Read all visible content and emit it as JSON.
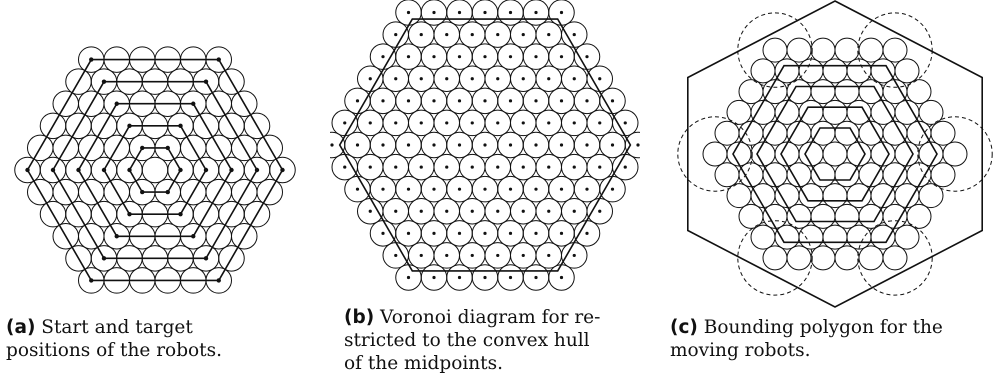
{
  "panels": [
    {
      "id": "a",
      "label": "(a)",
      "caption_lines": [
        "Start and target",
        "positions of the robots."
      ]
    },
    {
      "id": "b",
      "label": "(b)",
      "caption_lines": [
        "Voronoi diagram for re-",
        "stricted to the convex hull",
        "of the midpoints."
      ]
    },
    {
      "id": "c",
      "label": "(c)",
      "caption_lines": [
        "Bounding polygon for the",
        "moving robots."
      ]
    }
  ],
  "diagram": {
    "robot_rings": 5,
    "line_color": "#111111"
  }
}
